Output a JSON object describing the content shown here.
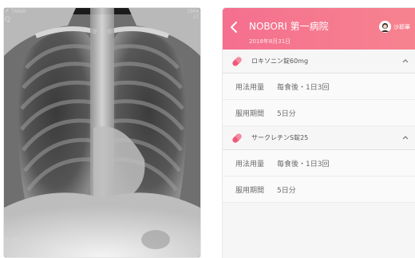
{
  "xray": {
    "label_top_left": "P TAROU",
    "label_top_right_1": "2004",
    "label_top_right_2": "17",
    "label_bottom_left": "6 40h",
    "side_marker": "Q"
  },
  "header": {
    "hospital_name": "NOBORI 第一病院",
    "date": "2018年8月31日",
    "user_name": "沙耶華"
  },
  "medications": [
    {
      "name": "ロキソニン錠60mg",
      "details": [
        {
          "label": "用法用量",
          "value": "毎食後・1日3回"
        },
        {
          "label": "服用期間",
          "value": "5日分"
        }
      ]
    },
    {
      "name": "サークレチンS錠25",
      "details": [
        {
          "label": "用法用量",
          "value": "毎食後・1日3回"
        },
        {
          "label": "服用期間",
          "value": "5日分"
        }
      ]
    }
  ],
  "colors": {
    "header_start": "#f56f8f",
    "header_end": "#f6838f",
    "pill_accent": "#f0587a"
  },
  "icons": {
    "back": "chevron-left-icon",
    "pill": "pill-icon",
    "collapse": "chevron-up-icon"
  }
}
